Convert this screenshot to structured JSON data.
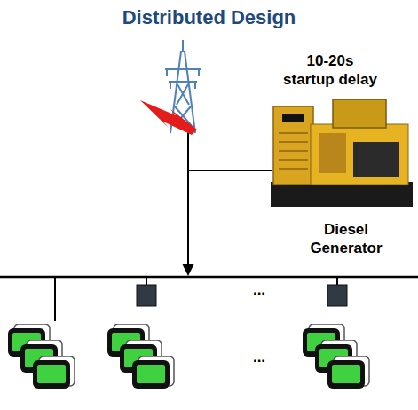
{
  "diagram": {
    "title": "Distributed Design",
    "labels": [
      "10-20s startup delay",
      "Diesel Generator",
      "...",
      "..."
    ]
  }
}
